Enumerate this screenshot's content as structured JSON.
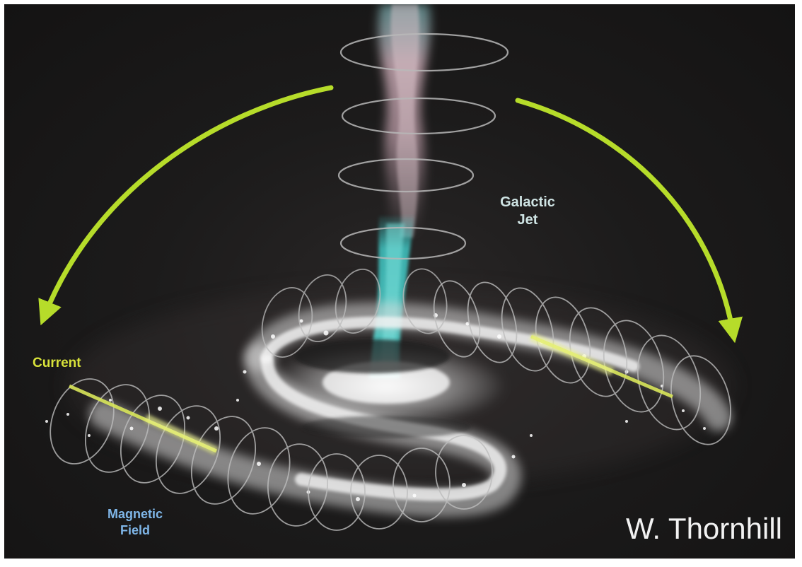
{
  "labels": {
    "galactic_jet": {
      "line1": "Galactic",
      "line2": "Jet"
    },
    "current": "Current",
    "magnetic_field": {
      "line1": "Magnetic",
      "line2": "Field"
    }
  },
  "credit": "W. Thornhill",
  "colors": {
    "background": "#1c1b1b",
    "arrow": "#b6dc2a",
    "jet": "#3fc6c3",
    "jet_plume": "#c9aab5",
    "rings": "#b8b8b8",
    "label_jet": "#cfe4e4",
    "label_current": "#d8e23a",
    "label_magnetic": "#7fb6e8",
    "credit_text": "#f2f2f2"
  }
}
